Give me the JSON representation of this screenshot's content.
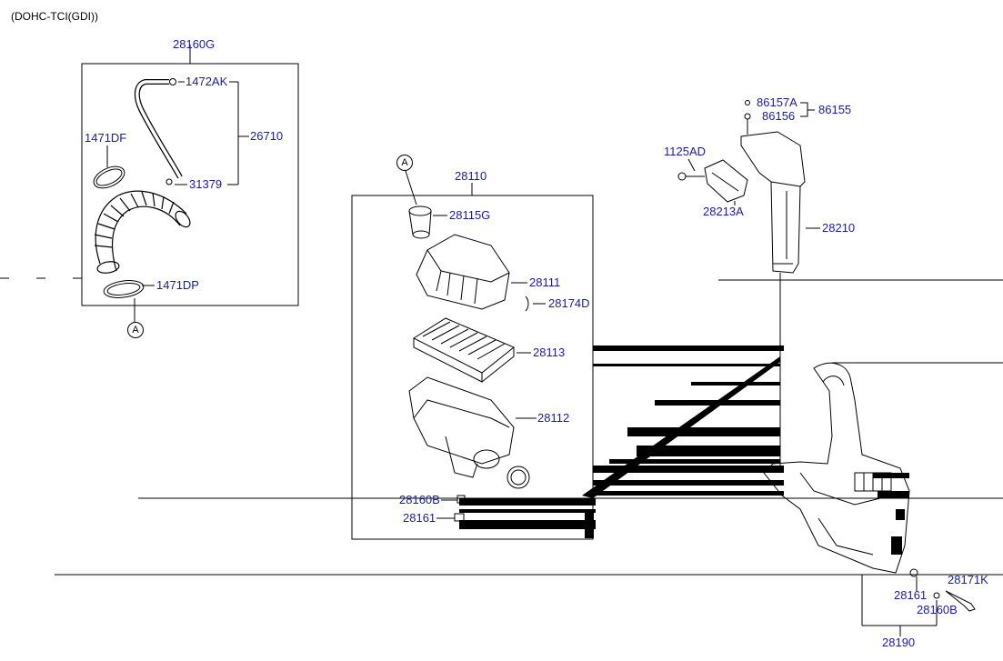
{
  "header": {
    "engine_label": "(DOHC-TCI(GDI))"
  },
  "callouts": {
    "ref_a": "A",
    "ref_a2": "A"
  },
  "parts": {
    "p28160G": "28160G",
    "p1472AK": "1472AK",
    "p26710": "26710",
    "p1471DF": "1471DF",
    "p31379": "31379",
    "p1471DP": "1471DP",
    "p28110": "28110",
    "p28115G": "28115G",
    "p28111": "28111",
    "p28174D": "28174D",
    "p28113": "28113",
    "p28112": "28112",
    "p28160B_a": "28160B",
    "p28161_a": "28161",
    "p86157A": "86157A",
    "p86156": "86156",
    "p86155": "86155",
    "p1125AD": "1125AD",
    "p28213A": "28213A",
    "p28210": "28210",
    "p28171K": "28171K",
    "p28161_b": "28161",
    "p28160B_b": "28160B",
    "p28190": "28190"
  },
  "colors": {
    "part_number": "#1a1aa8",
    "line_art": "#000000",
    "background": "#ffffff"
  }
}
